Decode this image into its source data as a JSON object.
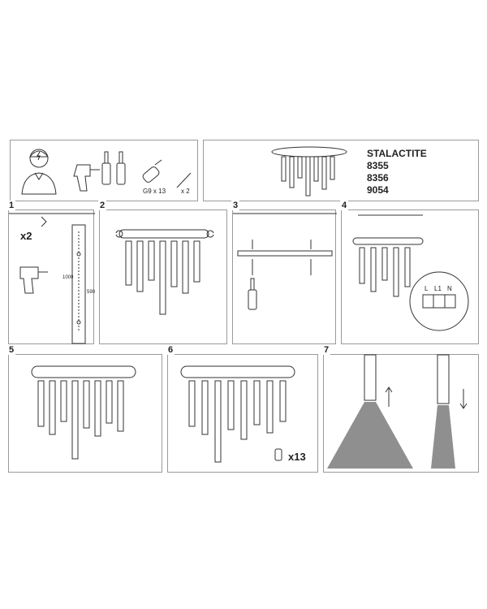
{
  "product": {
    "name": "STALACTITE",
    "codes": [
      "8355",
      "8356",
      "9054"
    ]
  },
  "tools": {
    "bulb_label": "G9 x 13",
    "screw_label": "x 2"
  },
  "steps": [
    {
      "number": "1",
      "label": "x2",
      "dim_a": "1000",
      "dim_b": "590"
    },
    {
      "number": "2"
    },
    {
      "number": "3"
    },
    {
      "number": "4",
      "terminals": [
        "L",
        "L1",
        "N"
      ]
    },
    {
      "number": "5"
    },
    {
      "number": "6",
      "label": "x13"
    },
    {
      "number": "7"
    }
  ]
}
